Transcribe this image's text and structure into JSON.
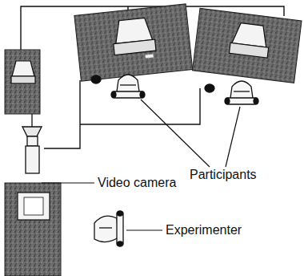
{
  "diagram": {
    "labels": [
      "Participants",
      "Video camera",
      "Experimenter"
    ]
  }
}
